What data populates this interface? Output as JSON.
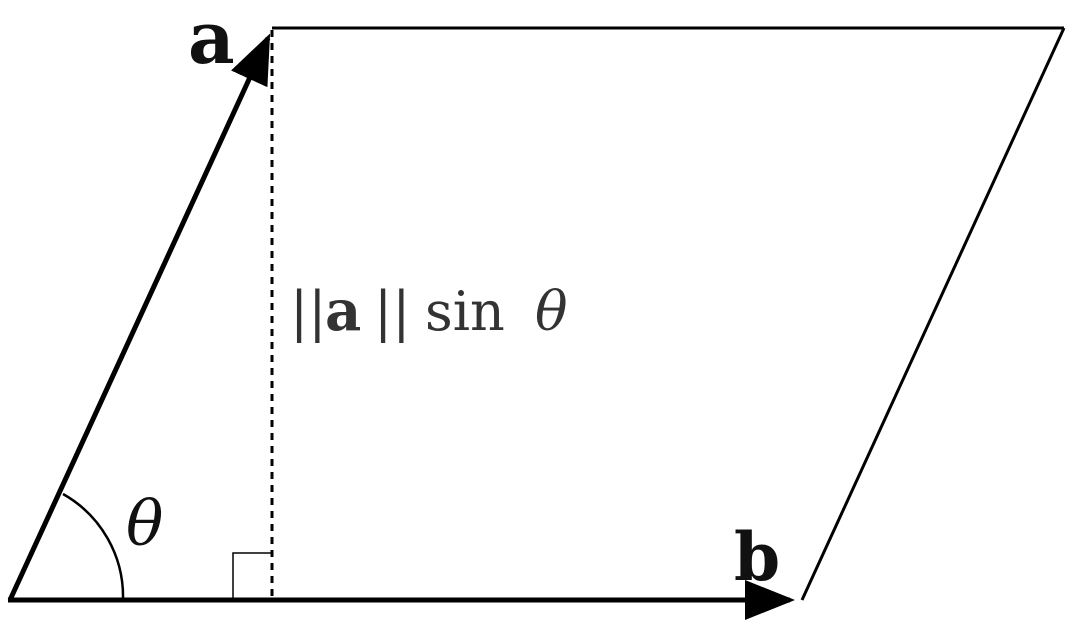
{
  "labels": {
    "vector_a": "a",
    "vector_b": "b",
    "angle": "θ",
    "height_bars_left": "||",
    "height_a": "a",
    "height_bars_right": "||",
    "height_sin": "sin",
    "height_theta": "θ"
  },
  "colors": {
    "stroke": "#000000",
    "text": "#111111",
    "height_text": "#333333",
    "background": "#ffffff"
  }
}
